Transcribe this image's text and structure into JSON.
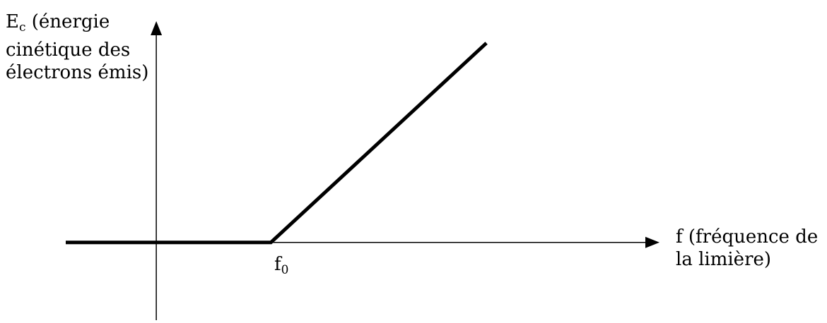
{
  "chart_data": {
    "type": "line",
    "ylabel": {
      "symbol": "E",
      "subscript": "c",
      "line1_rest": " (énergie",
      "line2": "cinétique des",
      "line3": "électrons émis)"
    },
    "xlabel": {
      "line1": "f (fréquence de",
      "line2": "la limière)"
    },
    "annotations": [
      {
        "symbol": "f",
        "subscript": "0",
        "x": 1
      }
    ],
    "x": [
      -0.79,
      1,
      2.88
    ],
    "y": [
      0,
      0,
      1
    ],
    "xlim": [
      -0.79,
      4.39
    ],
    "ylim": [
      -0.39,
      1.11
    ],
    "grid": false,
    "legend": "none",
    "axis_color": "#000000",
    "line_color": "#000000"
  }
}
